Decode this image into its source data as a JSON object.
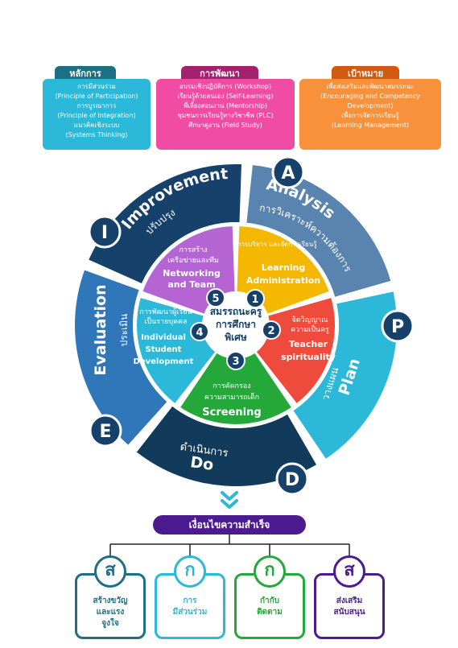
{
  "top_boxes": [
    {
      "title": "หลักการ",
      "lines": [
        "การมีส่วนร่วม",
        "(Principle of Participation)",
        "การบูรณาการ",
        "(Principle of Integration)",
        "แนวคิดเชิงระบบ",
        "(Systems Thinking)"
      ],
      "tab_color": "#1e6f86",
      "box_color": "#2bb8d9"
    },
    {
      "title": "การพัฒนา",
      "lines": [
        "อบรมเชิงปฏิบัติการ (Workshop)",
        "เรียนรู้ด้วยตนเอง (Self-Learning)",
        "พี่เลี้ยงสอนงาน (Mentorship)",
        "ชุมชนการเรียนรู้ทางวิชาชีพ (PLC)",
        "ศึกษาดูงาน (Field Study)"
      ],
      "tab_color": "#a3206e",
      "box_color": "#f04ca4"
    },
    {
      "title": "เป้าหมาย",
      "lines": [
        "เพื่อส่งเสริมและพัฒนาสมรรถนะ",
        "(Encouraging and Competency",
        "Development)",
        "เพื่อการจัดการเรียนรู้",
        "(Learning Management)"
      ],
      "tab_color": "#d15a12",
      "box_color": "#f7913c"
    }
  ],
  "outer_ring": [
    {
      "letter": "A",
      "title": "Analysis",
      "subtitle": "การวิเคราะห์ความต้องการ",
      "color": "#5a84b0"
    },
    {
      "letter": "P",
      "title": "Plan",
      "subtitle": "วางแผน",
      "color": "#2bb8d9"
    },
    {
      "letter": "D",
      "title": "Do",
      "subtitle": "ดำเนินการ",
      "color": "#123a5a"
    },
    {
      "letter": "E",
      "title": "Evaluation",
      "subtitle": "ประเมิน",
      "color": "#2f77b8"
    },
    {
      "letter": "I",
      "title": "Improvement",
      "subtitle": "ปรับปรุง",
      "color": "#16416a"
    }
  ],
  "inner_segments": [
    {
      "num": "1",
      "th": "การบริหาร และจัดการเรียนรู้",
      "en1": "Learning",
      "en2": "Administration",
      "color": "#f5b800"
    },
    {
      "num": "2",
      "th1": "จิตวิญญาณ",
      "th2": "ความเป็นครู",
      "en1": "Teacher",
      "en2": "spirituality",
      "color": "#ef4b3c"
    },
    {
      "num": "3",
      "th1": "การคัดกรอง",
      "th2": "ความสามารถเด็ก",
      "en1": "Screening",
      "color": "#24a83a"
    },
    {
      "num": "4",
      "th1": "การพัฒนาผู้เรียน",
      "th2": "เป็นรายบุคคล",
      "en1": "Individual",
      "en2": "Student",
      "en3": "Development",
      "color": "#2bb8d9"
    },
    {
      "num": "5",
      "th1": "การสร้าง",
      "th2": "เครือข่ายและทีม",
      "en1": "Networking",
      "en2": "and Team",
      "color": "#b565d3"
    }
  ],
  "center": {
    "line1": "สมรรถนะครู",
    "line2": "การศึกษา",
    "line3": "พิเศษ"
  },
  "footer": {
    "title": "เงื่อนไขความสำเร็จ",
    "cards": [
      {
        "letter": "ส",
        "lines": [
          "สร้างขวัญ",
          "และแรง",
          "จูงใจ"
        ],
        "color": "#1e6f86"
      },
      {
        "letter": "ก",
        "lines": [
          "การ",
          "มีส่วนร่วม"
        ],
        "color": "#2bb8d9"
      },
      {
        "letter": "ก",
        "lines": [
          "กำกับ",
          "ติดตาม"
        ],
        "color": "#24a83a"
      },
      {
        "letter": "ส",
        "lines": [
          "ส่งเสริม",
          "สนับสนุน"
        ],
        "color": "#4b1b8f"
      }
    ]
  }
}
